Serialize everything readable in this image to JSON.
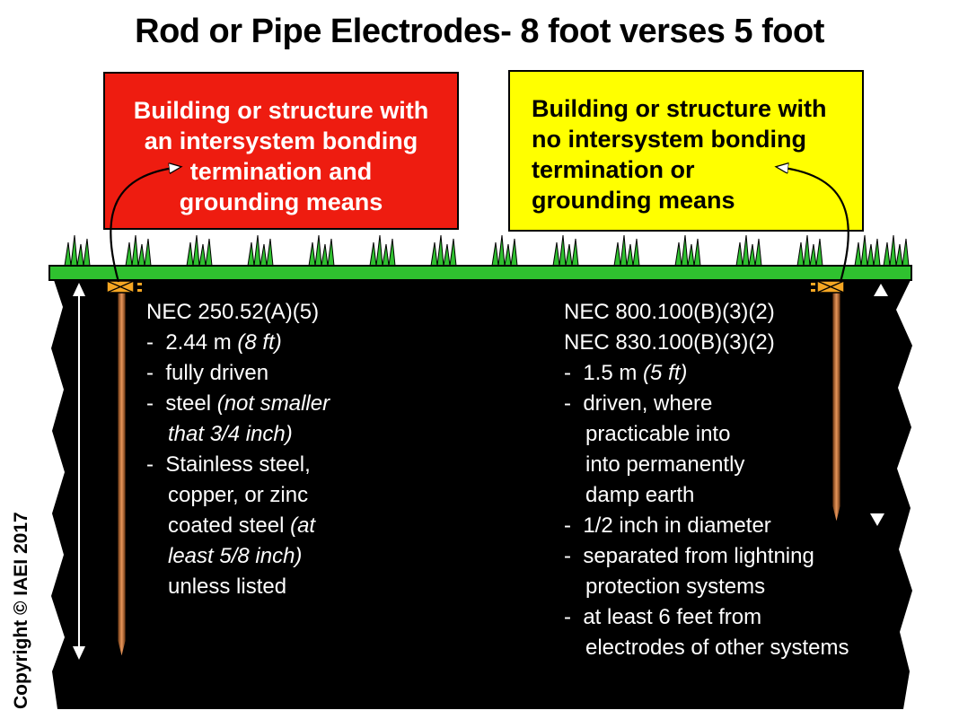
{
  "title": "Rod or Pipe Electrodes- 8 foot verses 5 foot",
  "copyright": "Copyright © IAEI 2017",
  "colors": {
    "red": "#ee1c10",
    "yellow": "#ffff00",
    "grass": "#2fc12f",
    "ground": "#000000",
    "rod-dark": "#5e2c0a",
    "rod-light": "#e9975b",
    "clamp": "#f5a623",
    "text-on-ground": "#ffffff"
  },
  "callout_left": {
    "lines": [
      "Building or structure with",
      "an intersystem bonding",
      "termination and",
      "grounding means"
    ]
  },
  "callout_right": {
    "lines": [
      "Building or structure with",
      "no intersystem bonding",
      "termination or",
      "grounding means"
    ]
  },
  "left_column": {
    "lines": [
      {
        "segs": [
          {
            "t": "NEC 250.52(A)(5)",
            "i": false
          }
        ]
      },
      {
        "segs": [
          {
            "t": "-  2.44 m ",
            "i": false
          },
          {
            "t": "(8 ft)",
            "i": true
          }
        ]
      },
      {
        "segs": [
          {
            "t": "-  fully driven",
            "i": false
          }
        ]
      },
      {
        "segs": [
          {
            "t": "-  steel ",
            "i": false
          },
          {
            "t": "(not smaller",
            "i": true
          }
        ]
      },
      {
        "indent": true,
        "segs": [
          {
            "t": "that 3/4 inch)",
            "i": true
          }
        ]
      },
      {
        "segs": [
          {
            "t": "-  Stainless steel,",
            "i": false
          }
        ]
      },
      {
        "indent": true,
        "segs": [
          {
            "t": "copper, or zinc",
            "i": false
          }
        ]
      },
      {
        "indent": true,
        "segs": [
          {
            "t": "coated steel ",
            "i": false
          },
          {
            "t": "(at",
            "i": true
          }
        ]
      },
      {
        "indent": true,
        "segs": [
          {
            "t": "least 5/8 inch)",
            "i": true
          }
        ]
      },
      {
        "indent": true,
        "segs": [
          {
            "t": "unless listed",
            "i": false
          }
        ]
      }
    ]
  },
  "right_column": {
    "lines": [
      {
        "segs": [
          {
            "t": "NEC 800.100(B)(3)(2)",
            "i": false
          }
        ]
      },
      {
        "segs": [
          {
            "t": "NEC 830.100(B)(3)(2)",
            "i": false
          }
        ]
      },
      {
        "segs": [
          {
            "t": "-  1.5 m ",
            "i": false
          },
          {
            "t": "(5 ft)",
            "i": true
          }
        ]
      },
      {
        "segs": [
          {
            "t": "-  driven, where",
            "i": false
          }
        ]
      },
      {
        "indent": true,
        "segs": [
          {
            "t": "practicable into",
            "i": false
          }
        ]
      },
      {
        "indent": true,
        "segs": [
          {
            "t": "into permanently",
            "i": false
          }
        ]
      },
      {
        "indent": true,
        "segs": [
          {
            "t": "damp earth",
            "i": false
          }
        ]
      },
      {
        "segs": [
          {
            "t": "-  1/2 inch in diameter",
            "i": false
          }
        ]
      },
      {
        "segs": [
          {
            "t": "-  separated from lightning",
            "i": false
          }
        ]
      },
      {
        "indent": true,
        "segs": [
          {
            "t": "protection systems",
            "i": false
          }
        ]
      },
      {
        "segs": [
          {
            "t": "-  at least 6 feet from",
            "i": false
          }
        ]
      },
      {
        "indent": true,
        "segs": [
          {
            "t": "electrodes of other systems",
            "i": false
          }
        ]
      }
    ]
  }
}
